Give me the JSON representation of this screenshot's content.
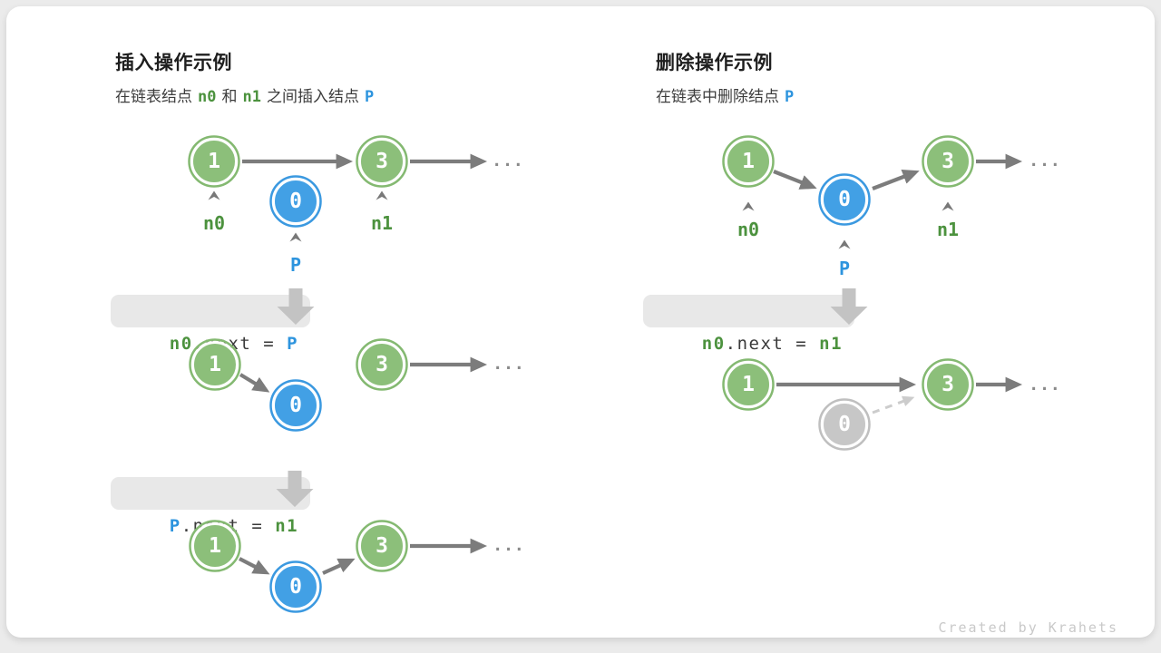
{
  "colors": {
    "node-green": "#8cbf7a",
    "node-green-ring": "#84b971",
    "node-blue": "#42a0e5",
    "node-blue-ring": "#3b99e0",
    "node-gray": "#c7c7c7",
    "node-gray-ring": "#bfbfbf",
    "arrow-gray": "#7c7c7c",
    "dashed-arrow": "#cccccc",
    "block-arrow": "#c3c3c3",
    "code-bg": "#e8e8e8",
    "code-text": "#3a3a3a",
    "text-green": "#4c923e",
    "text-blue": "#2d94de"
  },
  "insert_panel": {
    "title": "插入操作示例",
    "subtitle": {
      "part1": "在链表结点",
      "token_n0": "n0",
      "part2": "和",
      "token_n1": "n1",
      "part3": "之间插入结点",
      "token_p": "P"
    },
    "code1": {
      "lhs": "n0",
      "op": ".next = ",
      "rhs": "P"
    },
    "code2": {
      "lhs": "P",
      "op": ".next = ",
      "rhs": "n1"
    }
  },
  "delete_panel": {
    "title": "删除操作示例",
    "subtitle": {
      "part1": "在链表中删除结点",
      "token_p": "P"
    },
    "code1": {
      "lhs": "n0",
      "op": ".next = ",
      "rhs": "n1"
    }
  },
  "nodes": {
    "value_1": "1",
    "value_0": "0",
    "value_3": "3"
  },
  "labels": {
    "n0": "n0",
    "n1": "n1",
    "p": "P"
  },
  "ellipsis": "...",
  "footer": {
    "credit": "Created by Krahets"
  }
}
